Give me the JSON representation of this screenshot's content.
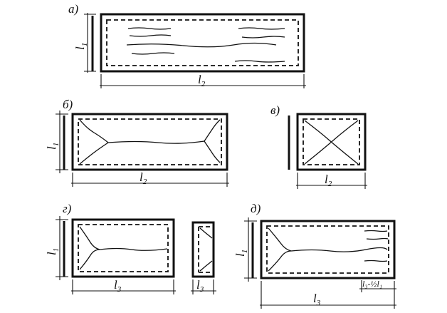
{
  "panels": {
    "a": {
      "label": "а)",
      "dim_vertical": "l",
      "dim_vertical_sub": "1",
      "dim_horizontal": "l",
      "dim_horizontal_sub": "2"
    },
    "b": {
      "label": "б)",
      "dim_vertical": "l",
      "dim_vertical_sub": "1",
      "dim_horizontal": "l",
      "dim_horizontal_sub": "2"
    },
    "v": {
      "label": "в)",
      "dim_horizontal": "l",
      "dim_horizontal_sub": "2"
    },
    "g": {
      "label": "г)",
      "dim_vertical": "l",
      "dim_vertical_sub": "1",
      "dim_horizontal": "l",
      "dim_horizontal_sub": "3",
      "dim_small": "l",
      "dim_small_sub": "3"
    },
    "d": {
      "label": "д)",
      "dim_vertical": "l",
      "dim_vertical_sub": "1",
      "dim_horizontal": "l",
      "dim_horizontal_sub": "3",
      "dim_partial": "l₃-½l₁"
    }
  }
}
